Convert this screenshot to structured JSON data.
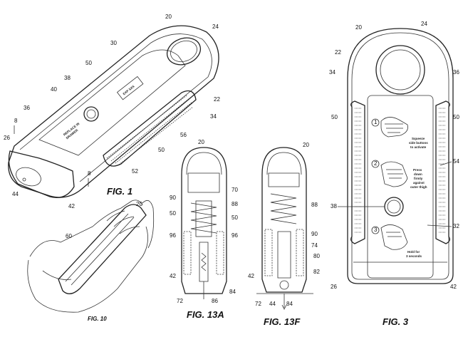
{
  "figures": {
    "fig1": {
      "caption": "FIG. 1",
      "device_label": "EXP XXX",
      "side_label_line1": "REPLACE IN",
      "side_label_line2": "DRAWER",
      "refs": [
        "20",
        "24",
        "30",
        "50",
        "38",
        "40",
        "36",
        "8",
        "26",
        "22",
        "34",
        "56",
        "50",
        "52",
        "44",
        "42",
        "8"
      ]
    },
    "fig10": {
      "caption": "FIG. 10",
      "refs": [
        "20",
        "60"
      ]
    },
    "fig13a": {
      "caption": "FIG. 13A",
      "refs": [
        "20",
        "70",
        "90",
        "88",
        "50",
        "50",
        "96",
        "96",
        "42",
        "72",
        "86",
        "84"
      ]
    },
    "fig13f": {
      "caption": "FIG. 13F",
      "refs": [
        "20",
        "88",
        "90",
        "74",
        "80",
        "82",
        "42",
        "72",
        "44",
        "84"
      ]
    },
    "fig3": {
      "caption": "FIG. 3",
      "refs": [
        "20",
        "24",
        "22",
        "34",
        "36",
        "50",
        "50",
        "54",
        "38",
        "32",
        "26",
        "42"
      ],
      "steps": [
        {
          "num": "1",
          "line1": "Squeeze",
          "line2": "side buttons",
          "line3": "to activate"
        },
        {
          "num": "2",
          "line1": "Press",
          "line2": "down",
          "line3": "firmly",
          "line4": "against",
          "line5": "outer thigh"
        },
        {
          "num": "3",
          "line1": "Hold for",
          "line2": "3 seconds"
        }
      ]
    }
  }
}
